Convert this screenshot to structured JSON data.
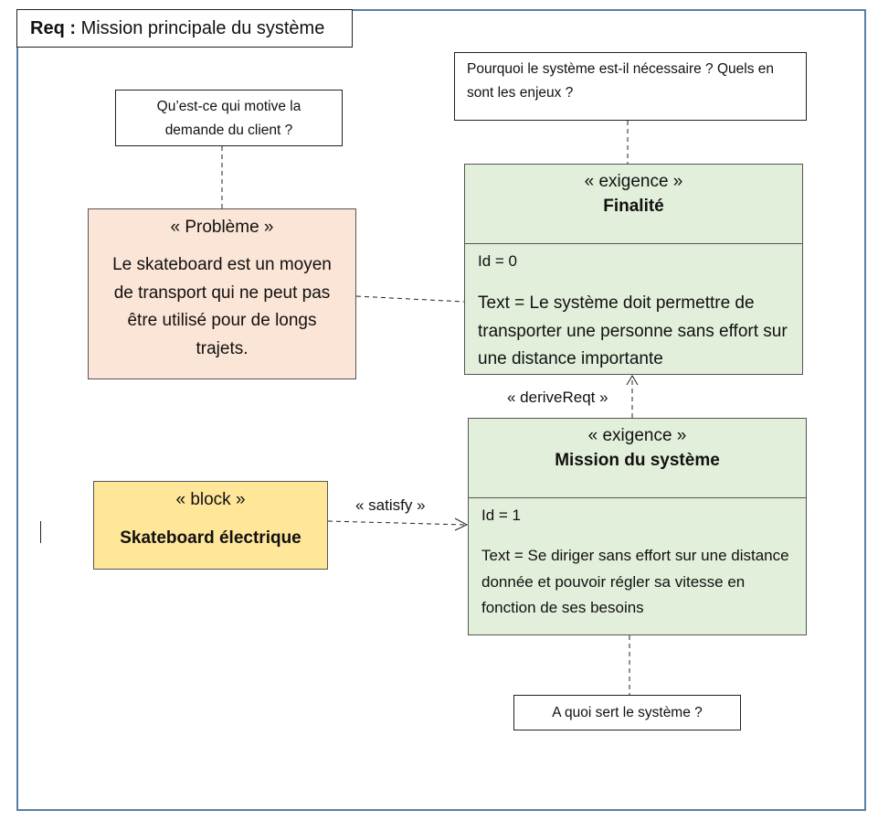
{
  "frame": {
    "title_bold": "Req :",
    "title_text": "Mission principale du système"
  },
  "notes": {
    "client": "Qu’est-ce qui motive la demande du client ?",
    "necessity": "Pourquoi le système est-il nécessaire ? Quels en sont les enjeux ?",
    "purpose": "A quoi sert le système ?"
  },
  "problem": {
    "stereotype": "« Problème »",
    "text": "Le skateboard est un moyen de transport qui ne peut pas être utilisé pour de longs trajets."
  },
  "finalite": {
    "stereotype": "« exigence »",
    "name": "Finalité",
    "id": "Id = 0",
    "text": "Text = Le système doit permettre de transporter une personne sans effort sur une distance importante"
  },
  "mission": {
    "stereotype": "« exigence »",
    "name": "Mission du système",
    "id": "Id = 1",
    "text": "Text = Se diriger sans effort sur une distance donnée et pouvoir régler sa vitesse en fonction de ses besoins"
  },
  "block": {
    "stereotype": "« block »",
    "name": "Skateboard électrique"
  },
  "relations": {
    "derive": "« deriveReqt »",
    "satisfy": "« satisfy »"
  },
  "colors": {
    "frame_border": "#5b7ea4",
    "problem_fill": "#fbe5d6",
    "requirement_fill": "#e2efda",
    "block_fill": "#ffe699"
  }
}
